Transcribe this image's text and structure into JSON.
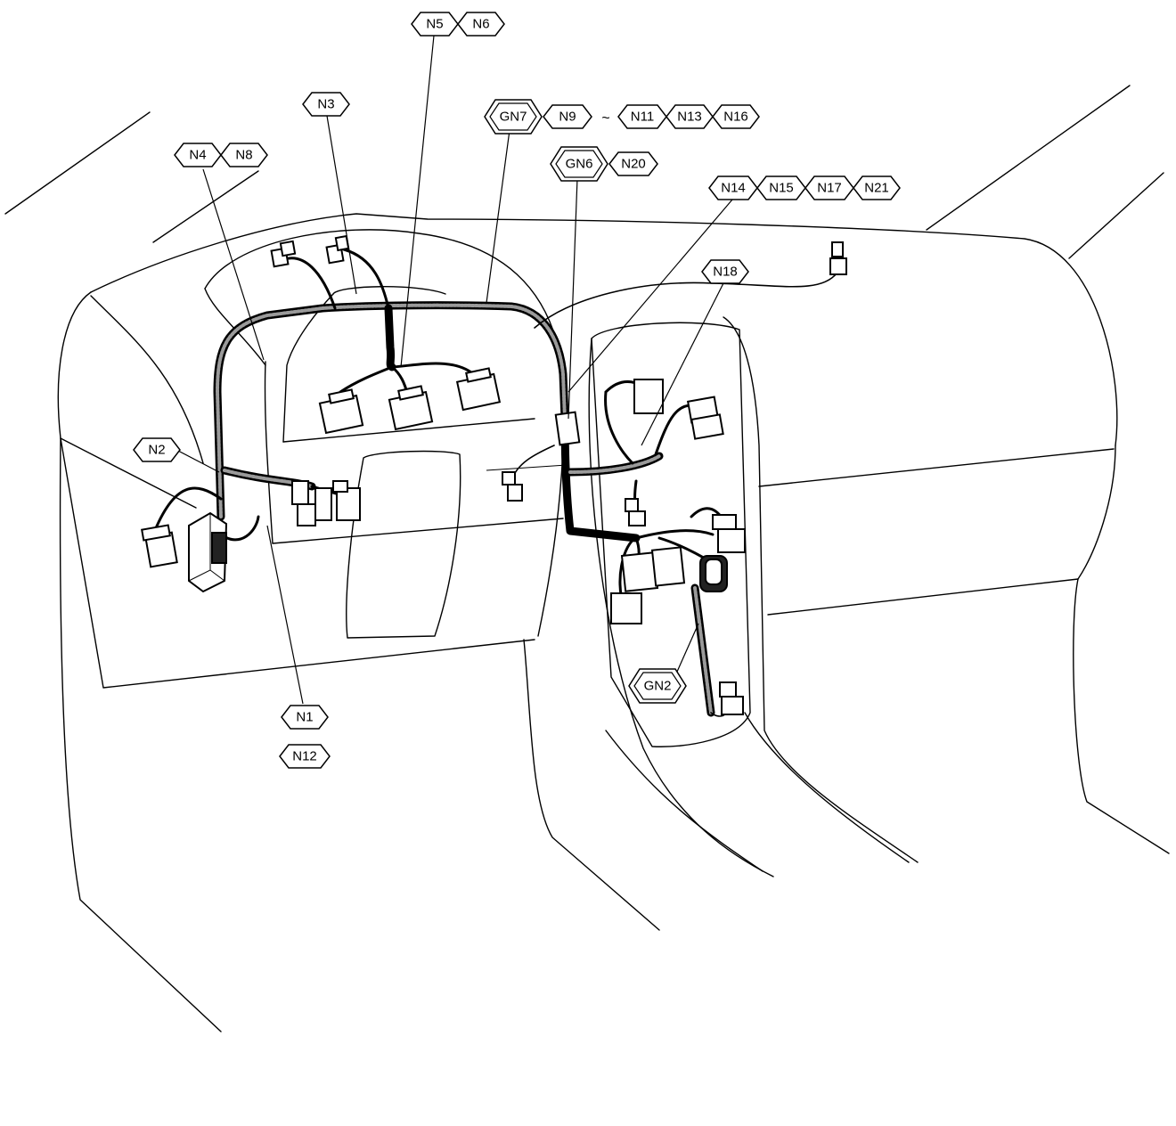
{
  "tags": {
    "n5": "N5",
    "n6": "N6",
    "n3": "N3",
    "gn7": "GN7",
    "n9": "N9",
    "range_sep": "~",
    "n11": "N11",
    "n13": "N13",
    "n16": "N16",
    "n4": "N4",
    "n8": "N8",
    "gn6": "GN6",
    "n20": "N20",
    "n14": "N14",
    "n15": "N15",
    "n17": "N17",
    "n21": "N21",
    "n18": "N18",
    "n2": "N2",
    "n1": "N1",
    "n12": "N12",
    "gn2": "GN2"
  }
}
